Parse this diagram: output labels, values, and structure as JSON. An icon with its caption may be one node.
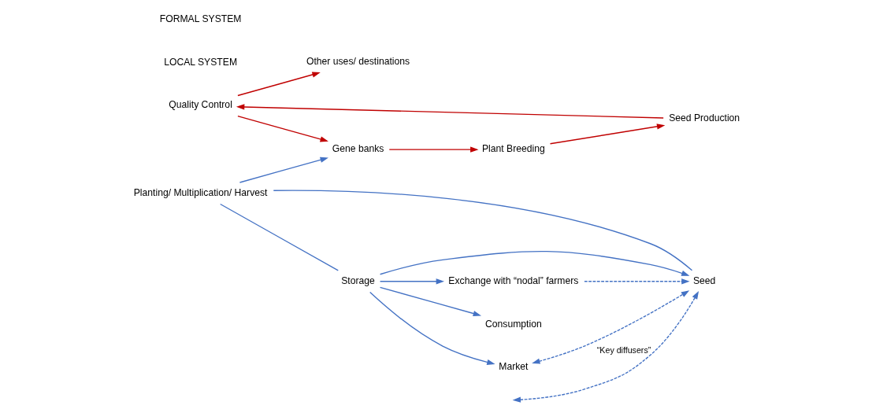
{
  "diagram": {
    "nodes": [
      {
        "text": [
          "Other uses/ destinations"
        ]
      },
      {
        "text": [
          "Gene banks"
        ]
      },
      {
        "text": [
          "Quality Control"
        ]
      },
      {
        "text": [
          "Market"
        ]
      },
      {
        "text": [
          "Seed"
        ]
      },
      {
        "text": [
          "Exchange with “nodal” farmers"
        ]
      },
      {
        "text": [
          "Planting/ Multiplication/ Harvest"
        ]
      },
      {
        "text": [
          "Consumption"
        ]
      },
      {
        "text": [
          "Storage"
        ]
      },
      {
        "text": [
          "Plant Breeding"
        ]
      },
      {
        "text": [
          "Seed Production"
        ]
      }
    ],
    "edges": [
      {
        "from": 2,
        "to": 1,
        "arrow": "to",
        "color": "#c00000"
      },
      {
        "from": 2,
        "to": 0,
        "arrow": "to",
        "color": "#c00000"
      },
      {
        "from": 1,
        "to": 9,
        "arrow": "to",
        "color": "#c00000"
      },
      {
        "from": 9,
        "to": 10,
        "arrow": "to",
        "color": "#c00000"
      },
      {
        "from": 10,
        "to": 2,
        "arrow": "to",
        "color": "#c00000"
      },
      {
        "from": null,
        "to": 4,
        "arrow": "both",
        "style": "dashed",
        "label": "“Key diffusers”"
      },
      {
        "from": 3,
        "to": 4,
        "arrow": "both",
        "style": "dashed"
      },
      {
        "from": 5,
        "to": 4,
        "arrow": "to",
        "style": "dashed"
      },
      {
        "from": 4,
        "to": 6,
        "arrow": "none"
      },
      {
        "from": 6,
        "to": 8,
        "arrow": "none"
      },
      {
        "from": 8,
        "to": 4,
        "arrow": "to"
      },
      {
        "from": 6,
        "to": 1,
        "arrow": "to"
      },
      {
        "from": 8,
        "to": 5,
        "arrow": "to"
      },
      {
        "from": 8,
        "to": 7,
        "arrow": "to"
      },
      {
        "from": 8,
        "to": 3,
        "arrow": "to"
      }
    ],
    "labels": [
      "LOCAL SYSTEM",
      "FORMAL SYSTEM"
    ]
  }
}
